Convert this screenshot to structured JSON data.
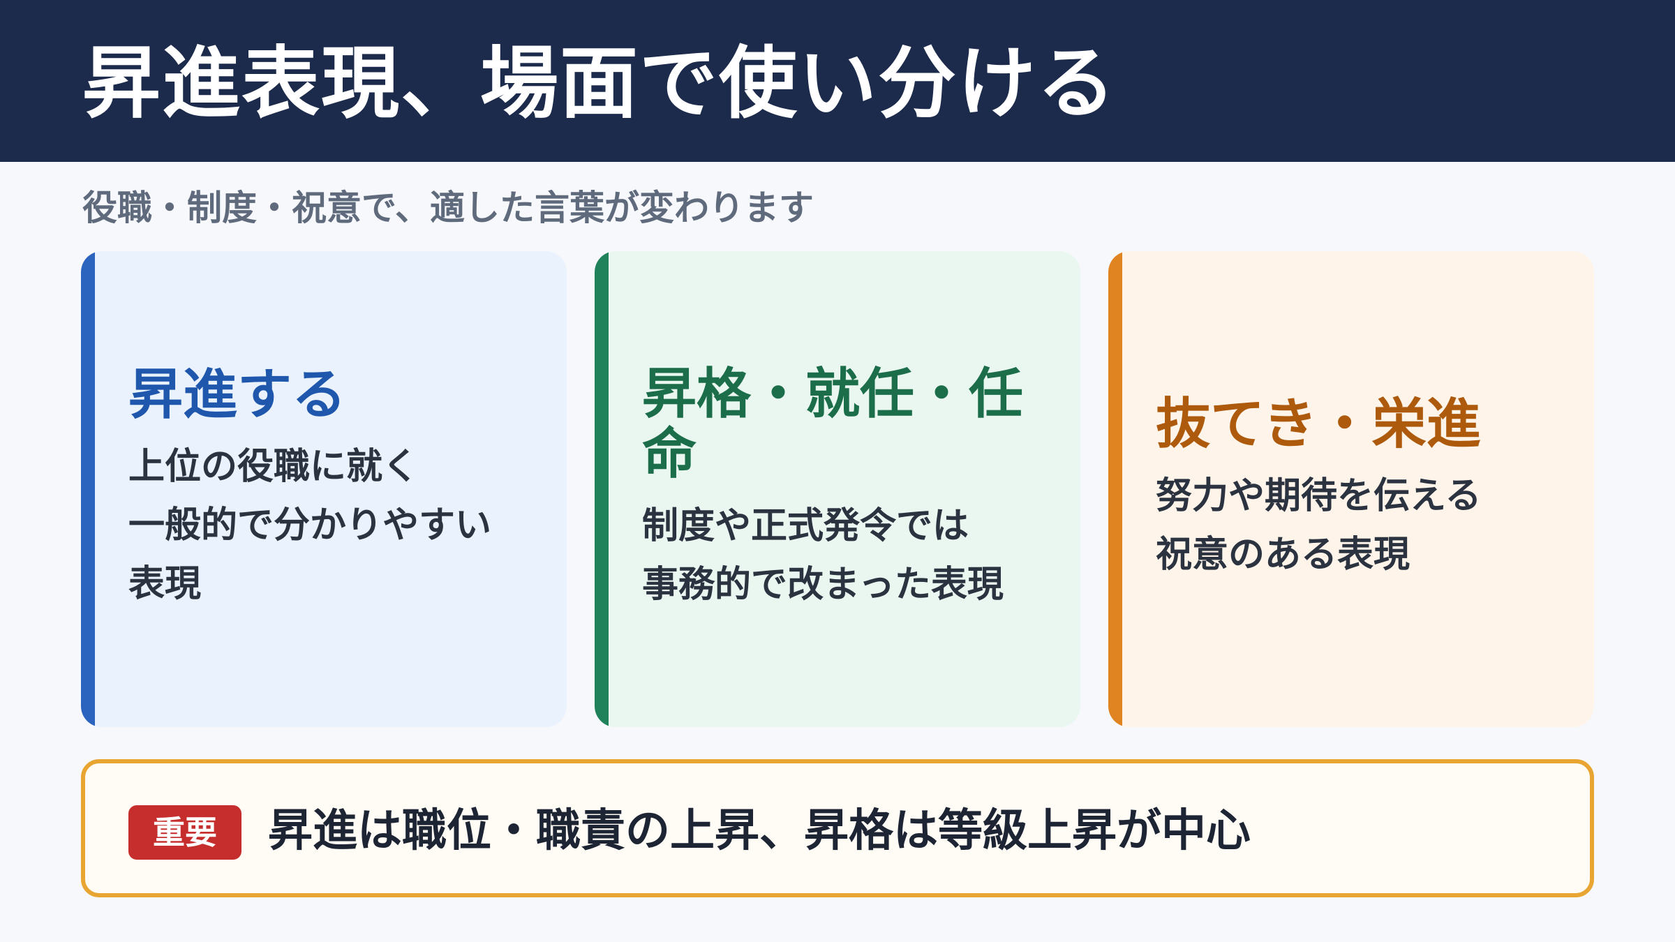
{
  "header": {
    "title": "昇進表現、場面で使い分ける"
  },
  "subtitle": "役職・制度・祝意で、適した言葉が変わります",
  "cards": [
    {
      "title": "昇進する",
      "lines": [
        "上位の役職に就く",
        "一般的で分かりやすい",
        "表現"
      ],
      "accent": "#2a64bf"
    },
    {
      "title": "昇格・就任・任命",
      "lines": [
        "制度や正式発令では",
        "事務的で改まった表現"
      ],
      "accent": "#20825a"
    },
    {
      "title": "抜てき・栄進",
      "lines": [
        "努力や期待を伝える",
        "祝意のある表現"
      ],
      "accent": "#df8420"
    }
  ],
  "note": {
    "badge": "重要",
    "text": "昇進は職位・職責の上昇、昇格は等級上昇が中心",
    "border_color": "#e8a531",
    "badge_color": "#c62d2d"
  }
}
